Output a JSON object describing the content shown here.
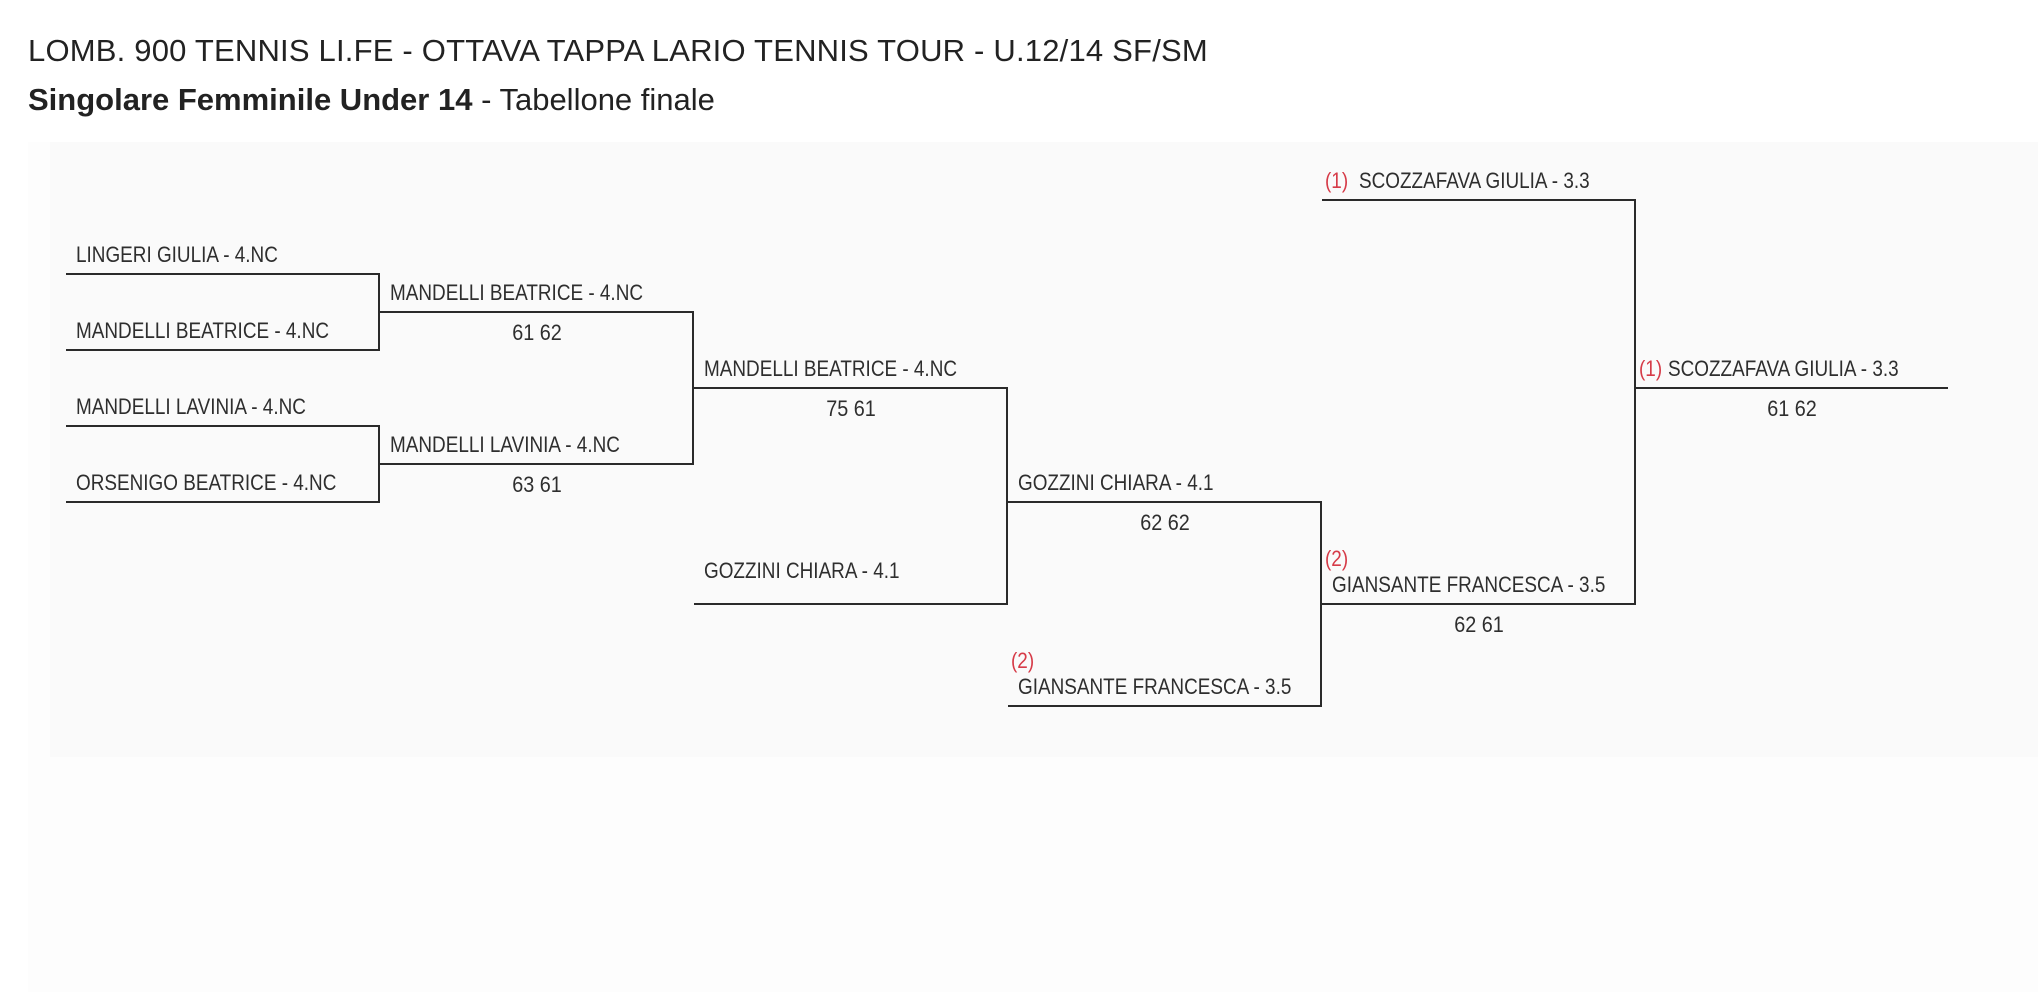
{
  "header": {
    "title": "LOMB. 900 TENNIS LI.FE - OTTAVA TAPPA LARIO TENNIS TOUR - U.12/14 SF/SM",
    "subtitle_bold": "Singolare Femminile Under 14",
    "subtitle_rest": " - Tabellone finale"
  },
  "colors": {
    "seed": "#d63b48",
    "line": "#2a2a2a",
    "text": "#2e2e2e"
  },
  "draw": {
    "round1": {
      "p1": "LINGERI GIULIA - 4.NC",
      "p2": "MANDELLI BEATRICE - 4.NC",
      "p3": "MANDELLI LAVINIA - 4.NC",
      "p4": "ORSENIGO BEATRICE - 4.NC"
    },
    "round2": {
      "w1_name": "MANDELLI BEATRICE - 4.NC",
      "w1_score": "61 62",
      "w2_name": "MANDELLI LAVINIA - 4.NC",
      "w2_score": "63 61"
    },
    "round3": {
      "w1_name": "MANDELLI BEATRICE - 4.NC",
      "w1_score": "75 61",
      "bye_name": "GOZZINI CHIARA - 4.1"
    },
    "round4": {
      "w1_name": "GOZZINI CHIARA - 4.1",
      "w1_score": "62 62",
      "bye_seed": "(2)",
      "bye_name": "GIANSANTE FRANCESCA - 3.5"
    },
    "semifinal": {
      "top_seed": "(1)",
      "top_name": "SCOZZAFAVA GIULIA - 3.3",
      "bottom_seed": "(2)",
      "bottom_name": "GIANSANTE FRANCESCA - 3.5",
      "bottom_score": "62 61"
    },
    "final": {
      "winner_seed": "(1)",
      "winner_name": "SCOZZAFAVA GIULIA - 3.3",
      "winner_score": "61 62"
    }
  }
}
